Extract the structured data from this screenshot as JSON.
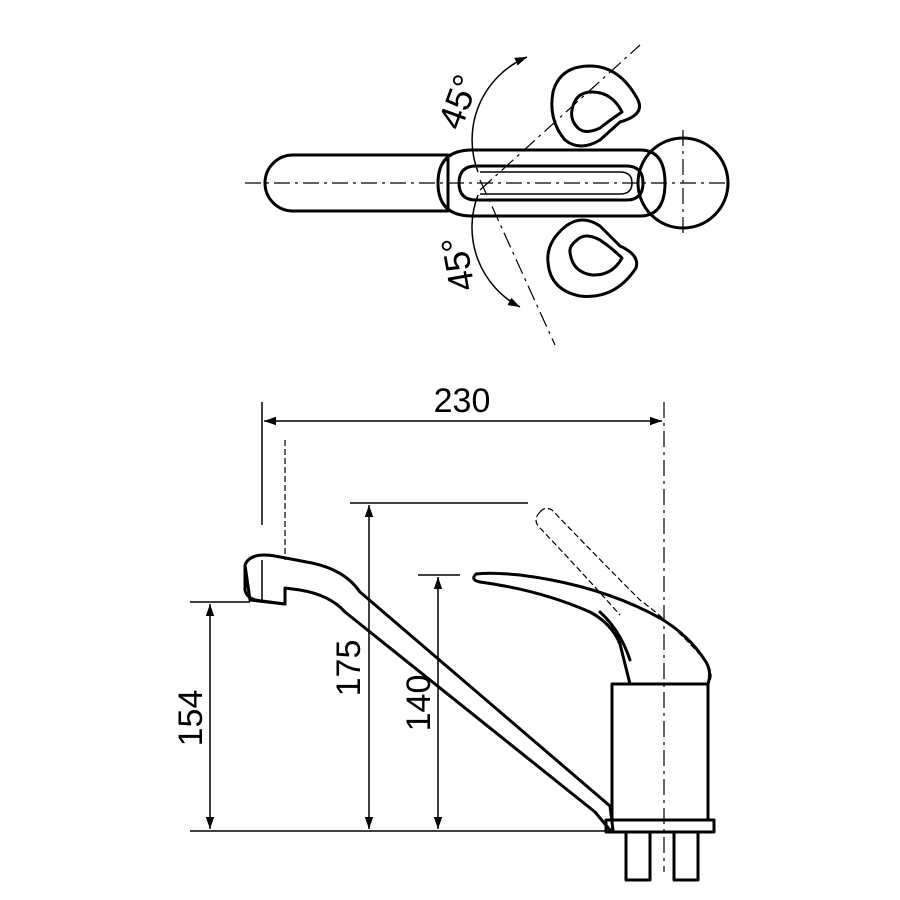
{
  "top_view": {
    "angle_upper": "45°",
    "angle_lower": "45°"
  },
  "side_view": {
    "width_label": "230",
    "spout_height_label": "154",
    "lever_max_height_label": "175",
    "lever_height_label": "140"
  }
}
